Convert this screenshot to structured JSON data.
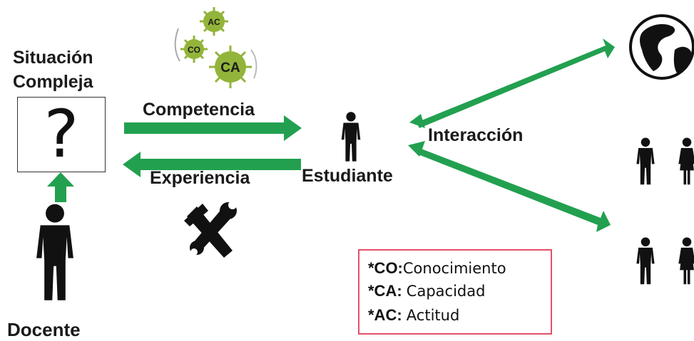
{
  "situacion": {
    "line1": "Situación",
    "line2": "Compleja",
    "symbol": "?"
  },
  "docente": {
    "label": "Docente"
  },
  "competencia": {
    "label": "Competencia"
  },
  "experiencia": {
    "label": "Experiencia"
  },
  "estudiante": {
    "label": "Estudiante"
  },
  "interaccion": {
    "label": "Interacción"
  },
  "badges": {
    "ac": "AC",
    "co": "CO",
    "ca": "CA"
  },
  "legend": {
    "rows": [
      {
        "key": "*CO:",
        "value": "Conocimiento"
      },
      {
        "key": "*CA:",
        "value": "Capacidad"
      },
      {
        "key": "*AC:",
        "value": "Actitud"
      }
    ]
  },
  "colors": {
    "arrow": "#22a050",
    "badge": "#93b43a",
    "legend_border": "#e4506a",
    "figure": "#111111"
  },
  "icons": [
    "person-icon",
    "globe-icon",
    "tools-icon",
    "woman-icon",
    "virus-badge-icon"
  ]
}
